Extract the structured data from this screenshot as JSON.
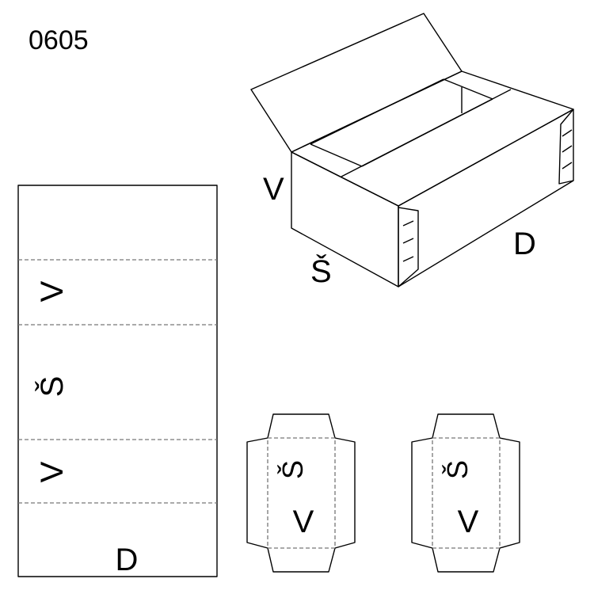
{
  "title": "0605",
  "labels": {
    "height": "V",
    "width": "Š",
    "length": "D"
  },
  "colors": {
    "line": "#000000",
    "fold_line": "#777777",
    "background": "#ffffff"
  }
}
